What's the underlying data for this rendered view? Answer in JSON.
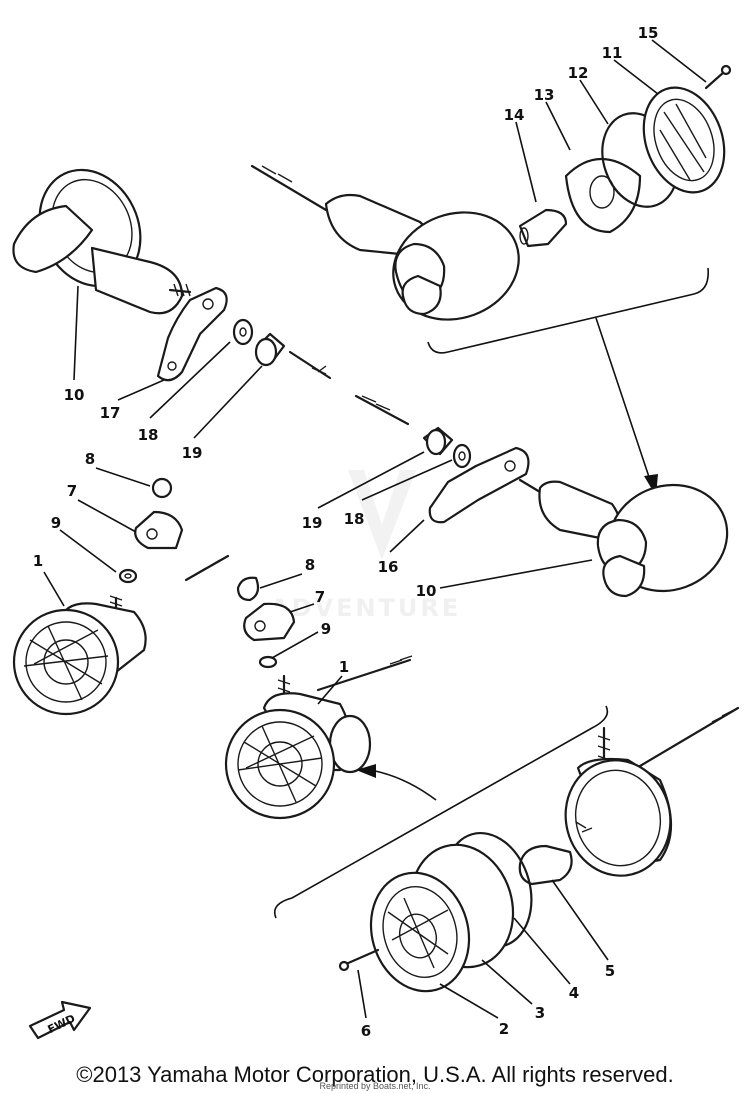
{
  "watermark": "ADVENTURE",
  "fwd_label": "FWD",
  "callouts": {
    "c1a": "1",
    "c1b": "1",
    "c2": "2",
    "c3": "3",
    "c4": "4",
    "c5": "5",
    "c6": "6",
    "c7a": "7",
    "c7b": "7",
    "c8a": "8",
    "c8b": "8",
    "c9a": "9",
    "c9b": "9",
    "c10a": "10",
    "c10b": "10",
    "c11": "11",
    "c12": "12",
    "c13": "13",
    "c14": "14",
    "c15": "15",
    "c16": "16",
    "c17": "17",
    "c18a": "18",
    "c18b": "18",
    "c19a": "19",
    "c19b": "19"
  },
  "footer": {
    "copyright": "©2013 Yamaha Motor Corporation, U.S.A. All rights reserved.",
    "reprint": "Reprinted by Boats.net, Inc."
  }
}
